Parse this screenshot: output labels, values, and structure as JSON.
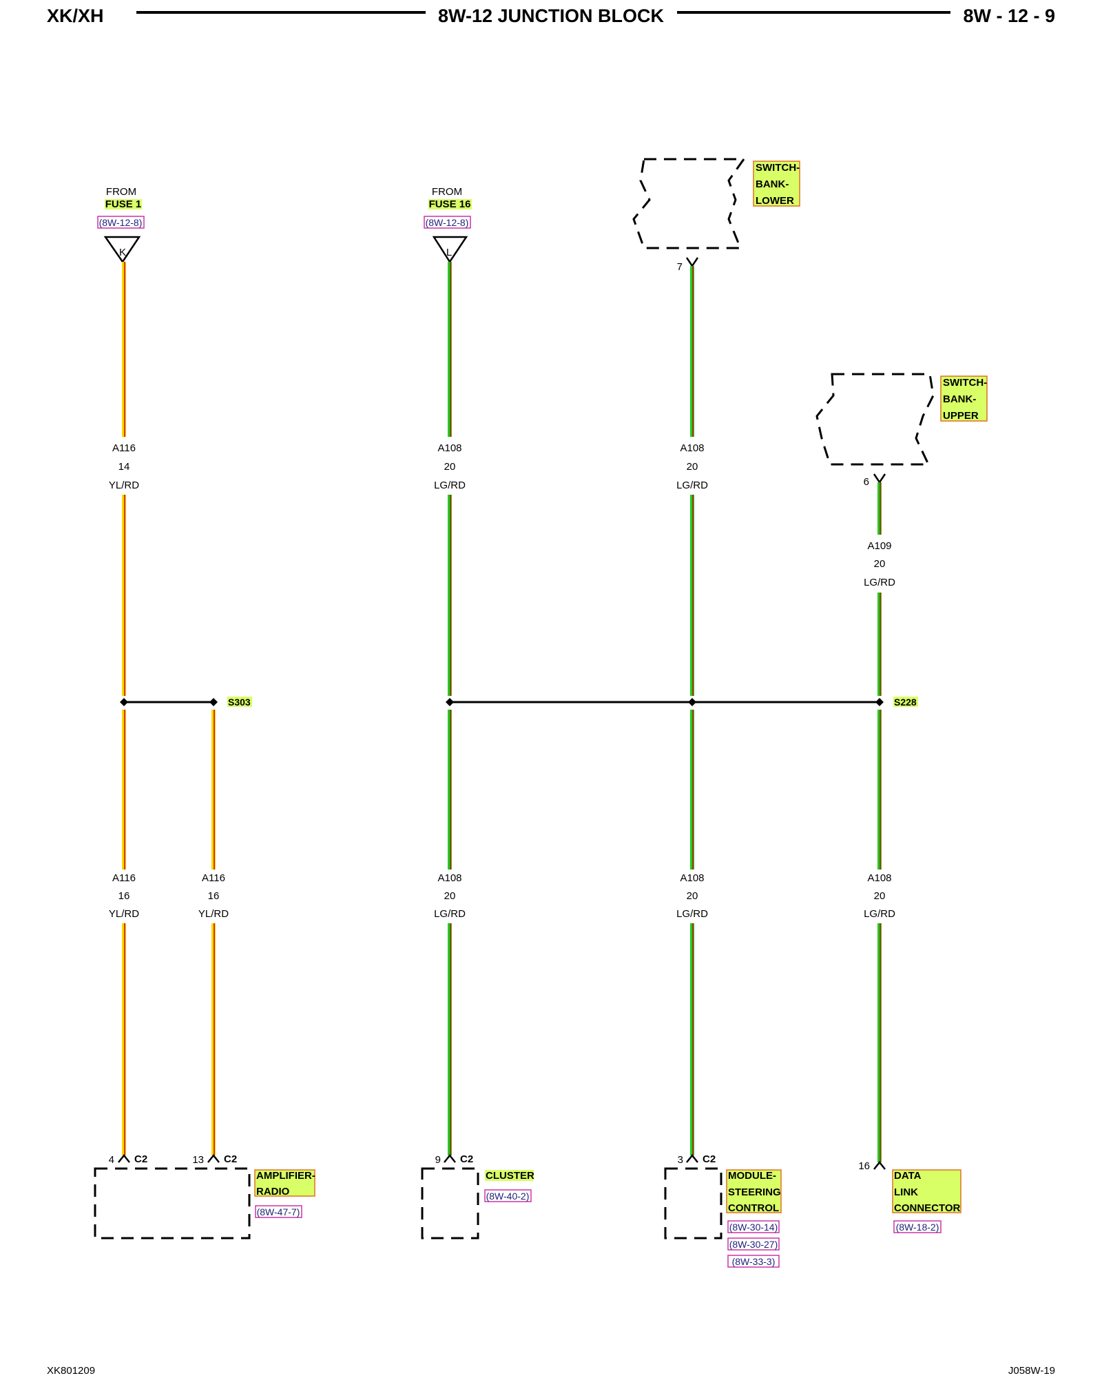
{
  "header": {
    "left": "XK/XH",
    "title": "8W-12 JUNCTION BLOCK",
    "right": "8W - 12 - 9"
  },
  "footer": {
    "left": "XK801209",
    "right": "J058W-19"
  },
  "colors": {
    "yl_rd_main": "#f5d800",
    "yl_rd_stripe": "#d01010",
    "lg_rd_main": "#22cc22",
    "lg_rd_stripe": "#d01010",
    "label_bg": "#d9ff66",
    "label_border": "#e07020",
    "ref_border": "#cc33aa"
  },
  "sources": {
    "fuse1": {
      "from": "FROM",
      "fuse": "FUSE 1",
      "ref": "(8W-12-8)",
      "pin": "K"
    },
    "fuse16": {
      "from": "FROM",
      "fuse": "FUSE 16",
      "ref": "(8W-12-8)",
      "pin": "L"
    }
  },
  "components_top": {
    "switch_bank_lower": {
      "lines": [
        "SWITCH-",
        "BANK-",
        "LOWER"
      ],
      "pin": "7"
    },
    "switch_bank_upper": {
      "lines": [
        "SWITCH-",
        "BANK-",
        "UPPER"
      ],
      "pin": "6"
    }
  },
  "wires": {
    "w1_upper": {
      "circuit": "A116",
      "gauge": "14",
      "color": "YL/RD"
    },
    "w2_upper": {
      "circuit": "A108",
      "gauge": "20",
      "color": "LG/RD"
    },
    "w3_upper": {
      "circuit": "A108",
      "gauge": "20",
      "color": "LG/RD"
    },
    "w4_upper": {
      "circuit": "A109",
      "gauge": "20",
      "color": "LG/RD"
    },
    "w1_lower": {
      "circuit": "A116",
      "gauge": "16",
      "color": "YL/RD"
    },
    "w1b_lower": {
      "circuit": "A116",
      "gauge": "16",
      "color": "YL/RD"
    },
    "w2_lower": {
      "circuit": "A108",
      "gauge": "20",
      "color": "LG/RD"
    },
    "w3_lower": {
      "circuit": "A108",
      "gauge": "20",
      "color": "LG/RD"
    },
    "w4_lower": {
      "circuit": "A108",
      "gauge": "20",
      "color": "LG/RD"
    }
  },
  "splices": {
    "s303": "S303",
    "s228": "S228"
  },
  "components_bottom": {
    "amplifier_radio": {
      "lines": [
        "AMPLIFIER-",
        "RADIO"
      ],
      "refs": [
        "(8W-47-7)"
      ],
      "pins": [
        {
          "num": "4",
          "conn": "C2"
        },
        {
          "num": "13",
          "conn": "C2"
        }
      ]
    },
    "cluster": {
      "lines": [
        "CLUSTER"
      ],
      "refs": [
        "(8W-40-2)"
      ],
      "pins": [
        {
          "num": "9",
          "conn": "C2"
        }
      ]
    },
    "module_steering_control": {
      "lines": [
        "MODULE-",
        "STEERING",
        "CONTROL"
      ],
      "refs": [
        "(8W-30-14)",
        "(8W-30-27)",
        "(8W-33-3)"
      ],
      "pins": [
        {
          "num": "3",
          "conn": "C2"
        }
      ]
    },
    "data_link_connector": {
      "lines": [
        "DATA",
        "LINK",
        "CONNECTOR"
      ],
      "refs": [
        "(8W-18-2)"
      ],
      "pins": [
        {
          "num": "16"
        }
      ]
    }
  }
}
